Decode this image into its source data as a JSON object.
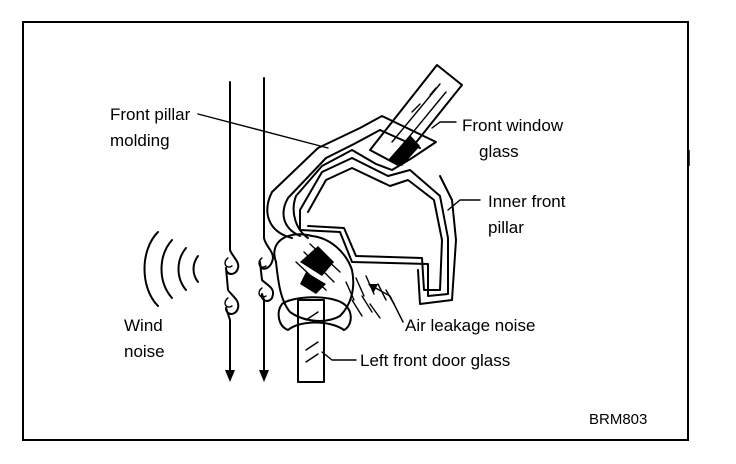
{
  "labels": {
    "front_pillar_molding_1": "Front pillar",
    "front_pillar_molding_2": "molding",
    "front_window_glass_1": "Front window",
    "front_window_glass_2": "glass",
    "inner_front_pillar_1": "Inner front",
    "inner_front_pillar_2": "pillar",
    "wind_noise_1": "Wind",
    "wind_noise_2": "noise",
    "air_leakage_noise": "Air leakage noise",
    "left_front_door_glass": "Left front door glass"
  },
  "figure_code": "BRM803"
}
